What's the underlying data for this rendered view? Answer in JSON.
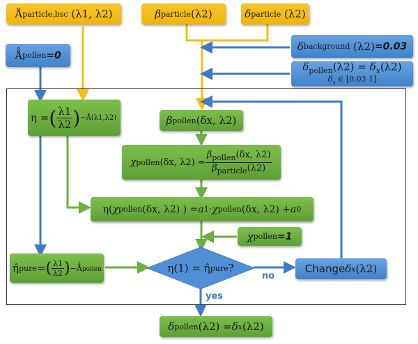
{
  "colors": {
    "input_yellow": "#f3bc1c",
    "param_blue": "#4f8fd6",
    "process_green": "#6cae40",
    "arrow_yellow": "#f5bd17",
    "arrow_blue": "#3f78c9",
    "arrow_green": "#6cae40"
  },
  "inputs": {
    "angstrom_particle": {
      "symbol": "Å",
      "subscript": "particle,bsc",
      "args": "(λ1, λ2)"
    },
    "beta_particle": {
      "symbol": "β",
      "subscript": "particle",
      "args": "(λ2)"
    },
    "delta_particle": {
      "symbol": "δ",
      "subscript": "particle",
      "args": "(λ2)"
    }
  },
  "params": {
    "angstrom_pollen": {
      "symbol": "Å̂",
      "subscript": "pollen",
      "value": "=0"
    },
    "delta_background": {
      "symbol": "δ",
      "subscript": "background",
      "args": "(λ2)",
      "value": "=0.03"
    },
    "delta_pollen": {
      "line1": "δpollen(λ2) = δx(λ2)",
      "symbol": "δ",
      "subscript": "pollen",
      "args": "(λ2) = ",
      "rhs_symbol": "δ",
      "rhs_subscript": "x",
      "rhs_args": "(λ2)",
      "range_symbol": "δ",
      "range_subscript": "x",
      "range_text": " ∈ [0.03 1]"
    }
  },
  "process": {
    "eta": {
      "lhs": "η = ",
      "num": "λ1",
      "den": "λ2",
      "exponent": "−Å(λ1,λ2)"
    },
    "beta_pollen": {
      "symbol": "β",
      "subscript": "pollen",
      "args": "(δx, λ2)"
    },
    "chi_pollen": {
      "symbol": "χ",
      "subscript": "pollen",
      "args": "(δx, λ2) = ",
      "num_symbol": "β",
      "num_subscript": "pollen",
      "num_args": "(δx, λ2)",
      "den_symbol": "β",
      "den_subscript": "particle",
      "den_args": "(λ2)"
    },
    "eta_chi": {
      "text_a": "η(",
      "chi": "χ",
      "chi_sub": "pollen",
      "args": "(δx, λ2) ) = ",
      "a1": "a",
      "a1_sub": "1",
      "dot": " · ",
      "chi2": "χ",
      "chi2_sub": "pollen",
      "args2": "(δx, λ2) + ",
      "a0": "a",
      "a0_sub": "0"
    },
    "chi_one": {
      "symbol": "χ",
      "subscript": "pollen",
      "value": "=1"
    },
    "eta_pure": {
      "lhs": "η̂",
      "lhs_sub": "pure",
      "eq": "=",
      "num": "λ1",
      "den": "λ2",
      "exponent": "−Å̂",
      "exponent_sub": "pollen"
    },
    "decision": {
      "text": "η(1) = η̂",
      "sub": "pure",
      "q": " ?"
    },
    "change": {
      "label": "Change ",
      "symbol": "δ",
      "subscript": "x",
      "args": "(λ2)"
    },
    "result": {
      "symbol": "δ",
      "subscript": "pollen",
      "args": "(λ2) = ",
      "rhs_symbol": "δ",
      "rhs_subscript": "x",
      "rhs_args": "(λ2)"
    }
  },
  "labels": {
    "no": "no",
    "yes": "yes"
  }
}
